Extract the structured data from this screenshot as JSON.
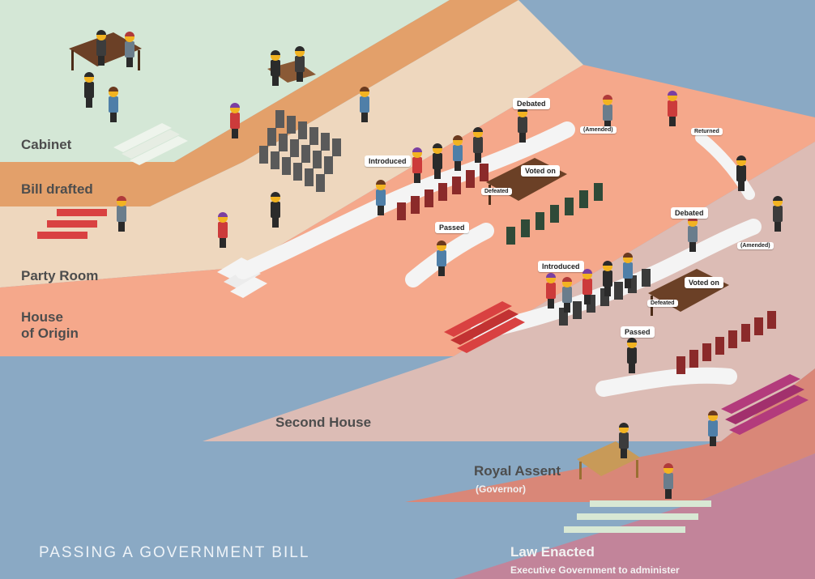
{
  "title": "PASSING A GOVERNMENT BILL",
  "stages": {
    "cabinet": "Cabinet",
    "bill_drafted": "Bill drafted",
    "party_room": "Party Room",
    "house_of_origin_line1": "House",
    "house_of_origin_line2": "of Origin",
    "second_house": "Second House",
    "royal_assent": "Royal Assent",
    "royal_assent_sub": "(Governor)",
    "law_enacted": "Law Enacted",
    "law_enacted_sub": "Executive Government to administer"
  },
  "bubbles": {
    "debated_1": "Debated",
    "amended_1": "(Amended)",
    "returned": "Returned",
    "introduced_1": "Introduced",
    "voted_on_1": "Voted on",
    "defeated_1": "Defeated",
    "passed_1": "Passed",
    "debated_2": "Debated",
    "amended_2": "(Amended)",
    "introduced_2": "Introduced",
    "voted_on_2": "Voted on",
    "defeated_2": "Defeated",
    "passed_2": "Passed"
  },
  "colors": {
    "background": "#8aa9c4",
    "cabinet": "#d4e7d6",
    "bill_drafted": "#e3a06a",
    "party_room": "#eed7be",
    "house_of_origin": "#f5a88b",
    "second_house": "#dcbcb5",
    "royal_assent": "#d98778",
    "law_enacted": "#c2849a",
    "seat": "#2f4a38",
    "path": "#f4f4f4"
  }
}
